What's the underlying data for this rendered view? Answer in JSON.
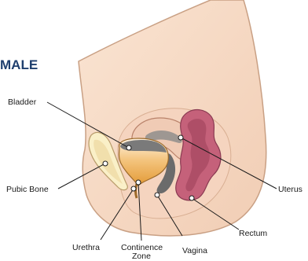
{
  "title_fragment": "MALE",
  "labels": {
    "bladder": "Bladder",
    "pubic_bone": "Pubic Bone",
    "uterus": "Uterus",
    "rectum": "Rectum",
    "urethra": "Urethra",
    "continence_zone_line1": "Continence",
    "continence_zone_line2": "Zone",
    "vagina": "Vagina"
  },
  "colors": {
    "skin": "#f7dcc6",
    "skin_outline": "#c9a084",
    "organ_fill": "#f1cfbd",
    "uterus_fill": "#e9c8b5",
    "rectum_fill": "#c5617a",
    "rectum_dark": "#9a3f58",
    "bladder_gold": "#e8a94a",
    "canal_gray": "#6b6b6b",
    "title": "#1f3f6e"
  }
}
